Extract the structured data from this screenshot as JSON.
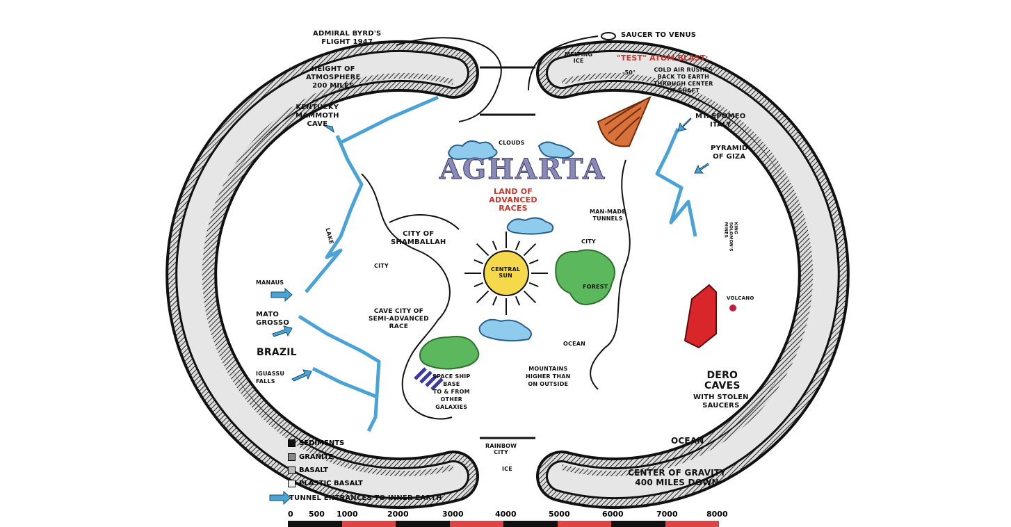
{
  "title": "AGHARTA",
  "subtitle": "LAND OF ADVANCED RACES",
  "labels": {
    "byrd": "ADMIRAL BYRD'S\nFLIGHT 1947",
    "atmosphere": "HEIGHT OF\nATMOSPHERE\n200 MILES",
    "kentucky": "KENTUCKY\nMAMMOTH\nCAVE",
    "manaus": "MANAUS",
    "mato_grosso": "MATO\nGROSSO",
    "brazil": "BRAZIL",
    "iguassu": "IGUASSU\nFALLS",
    "lake": "LAKE",
    "saucer": "SAUCER TO VENUS",
    "melting_ice": "MELTING\nICE",
    "atom_blast": "\"TEST\" ATOM BLAST:",
    "cold_air": "COLD AIR RUSHES\nBACK TO EARTH\nTHROUGH CENTER\nOF SHAFT",
    "minus50": "-50°",
    "epomeo": "MT. EPOMEO\nITALY",
    "giza": "PYRAMID\nOF GIZA",
    "king_solomons": "KING\nSOLOMON'S\nMINES",
    "volcano": "VOLCANO",
    "dero": "DERO\nCAVES",
    "stolen": "WITH STOLEN\nSAUCERS",
    "ocean_right": "OCEAN",
    "gravity": "CENTER OF GRAVITY\n400 MILES DOWN",
    "clouds": "CLOUDS",
    "shamballah": "CITY OF\nSHAMBALLAH",
    "city1": "CITY",
    "city2": "CITY",
    "central_sun": "CENTRAL\nSUN",
    "forest": "FOREST",
    "man_made": "MAN-MADE\nTUNNELS",
    "cave_city": "CAVE CITY OF\nSEMI-ADVANCED\nRACE",
    "ocean_inner": "OCEAN",
    "mountains": "MOUNTAINS\nHIGHER THAN\nON OUTSIDE",
    "space_ship": "SPACE SHIP\nBASE\nTO & FROM\nOTHER\nGALAXIES",
    "rainbow": "RAINBOW\nCITY",
    "ice": "ICE"
  },
  "legend": [
    {
      "label": "SEDIMENTS",
      "color": "#111111"
    },
    {
      "label": "GRANITE",
      "color": "#888888"
    },
    {
      "label": "BASALT",
      "color": "#bbbbbb"
    },
    {
      "label": "PLASTIC BASALT",
      "color": "#eeeeee"
    }
  ],
  "tunnel_legend": "TUNNEL ENTRANCES TO INNER EARTH",
  "scale_ticks": [
    "0",
    "500",
    "1000",
    "2000",
    "3000",
    "4000",
    "5000",
    "6000",
    "7000",
    "8000"
  ],
  "colors": {
    "tunnel_blue": "#4aa3d6",
    "blast_orange": "#d9713a",
    "volcano_red": "#d8262a",
    "forest_green": "#5cb85c",
    "sun_yellow": "#f5d94a",
    "title_purple": "#8a8ab8",
    "subtitle_red": "#c5362c"
  }
}
